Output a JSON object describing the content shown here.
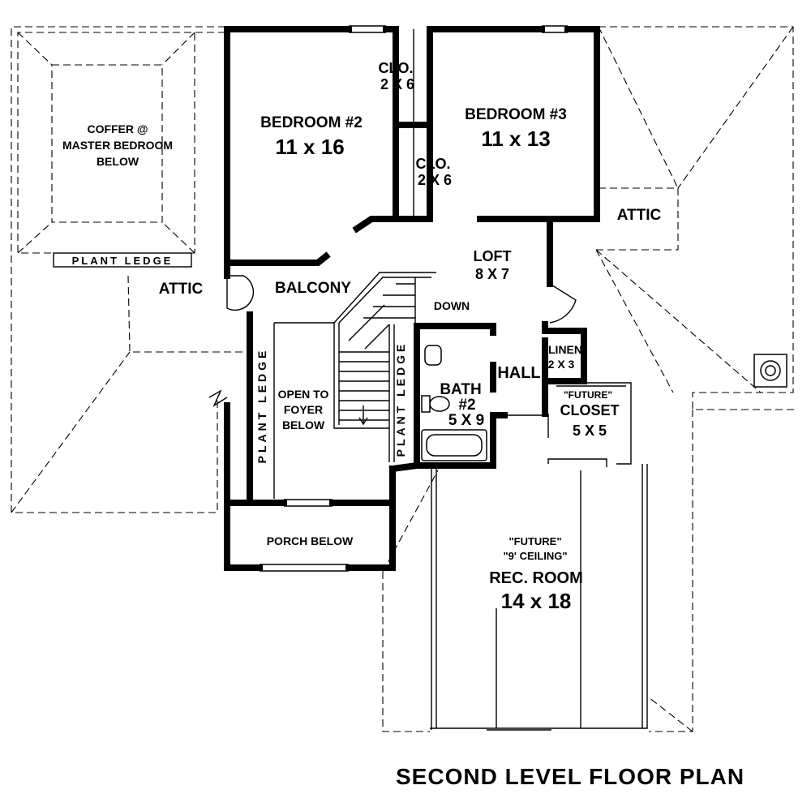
{
  "plan_title": "SECOND LEVEL FLOOR PLAN",
  "rooms": {
    "bedroom2": {
      "name": "BEDROOM #2",
      "size": "11 x 16"
    },
    "bedroom3": {
      "name": "BEDROOM #3",
      "size": "11 x 13"
    },
    "closet_upper": {
      "name": "CLO.",
      "size": "2 X 6"
    },
    "closet_lower": {
      "name": "CLO.",
      "size": "2 X 6"
    },
    "loft": {
      "name": "LOFT",
      "size": "8 X 7"
    },
    "bath2": {
      "name": "BATH",
      "number": "#2",
      "size": "5 X 9"
    },
    "linen": {
      "name": "LINEN",
      "size": "2 X 3"
    },
    "future_closet": {
      "note": "\"FUTURE\"",
      "name": "CLOSET",
      "size": "5 X 5"
    },
    "rec_room": {
      "note1": "\"FUTURE\"",
      "note2": "\"9' CEILING\"",
      "name": "REC. ROOM",
      "size": "14 x 18"
    }
  },
  "labels": {
    "coffer_line1": "COFFER @",
    "coffer_line2": "MASTER BEDROOM",
    "coffer_line3": "BELOW",
    "plant_ledge": "PLANT LEDGE",
    "attic_left": "ATTIC",
    "attic_right": "ATTIC",
    "balcony": "BALCONY",
    "down": "DOWN",
    "hall": "HALL",
    "open_line1": "OPEN TO",
    "open_line2": "FOYER",
    "open_line3": "BELOW",
    "plant_ledge_left": "PLANT LEDGE",
    "plant_ledge_stair": "PLANT LEDGE",
    "porch_below": "PORCH BELOW"
  }
}
